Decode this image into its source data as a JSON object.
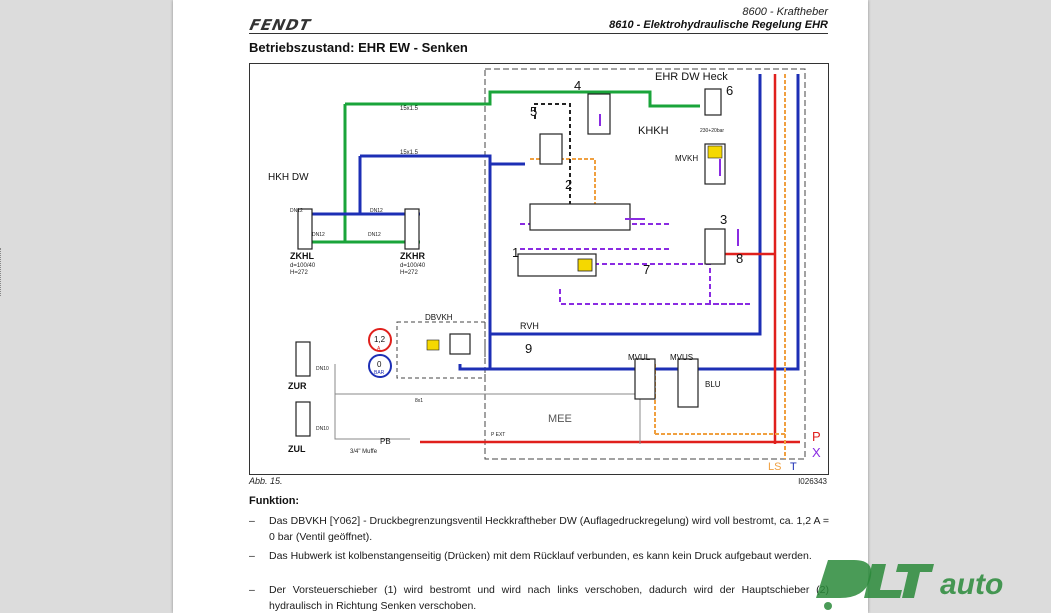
{
  "header": {
    "logo": "FENDT",
    "line1": "8600 - Kraftheber",
    "line2": "8610 - Elektrohydraulische Regelung EHR"
  },
  "title": "Betriebszustand: EHR EW - Senken",
  "figure": {
    "caption": "Abb. 15.",
    "id": "I026343",
    "labels": {
      "ehr": "EHR DW Heck",
      "khkh": "KHKH",
      "mvkh": "MVKH",
      "hkh": "HKH DW",
      "zkhl": "ZKHL",
      "zkhr": "ZKHR",
      "dim": "d=100/40",
      "h": "H=272",
      "dbvkh": "DBVKH",
      "rvh": "RVH",
      "zur": "ZUR",
      "zul": "ZUL",
      "mvul": "MVUL",
      "mvus": "MVUS",
      "blu": "BLU",
      "mee": "MEE",
      "pb": "PB",
      "muffe": "3/4\" Muffe",
      "gauge1_val": "1,2",
      "gauge1_unit": "A",
      "gauge2_val": "0",
      "gauge2_unit": "BAR",
      "line15a": "15x1.5",
      "line15b": "15x1.5",
      "dn1": "DN12",
      "dn2": "DN12",
      "dn3": "DN12",
      "dn4": "DN12",
      "dn5": "DN10",
      "dn6": "DN10",
      "bar": "230+20bar",
      "p": "P",
      "x": "X",
      "ls": "LS",
      "t": "T",
      "n1": "1",
      "n2": "2",
      "n3": "3",
      "n4": "4",
      "n5": "5",
      "n6": "6",
      "n7": "7",
      "n8": "8",
      "n9": "9",
      "pext": "P EXT",
      "bx1": "8x1"
    }
  },
  "section_title": "Funktion:",
  "bullets": [
    "Das DBVKH [Y062] - Druckbegrenzungsventil Heckkraftheber DW (Auflagedruckregelung) wird voll bestromt, ca. 1,2 A = 0 bar (Ventil geöffnet).",
    "Das Hubwerk ist kolbenstangenseitig (Drücken) mit dem Rücklauf verbunden, es kann kein Druck aufgebaut werden.",
    "Der Vorsteuerschieber (1) wird bestromt und wird nach links verschoben, dadurch wird der Hauptschieber (2) hydraulisch in Richtung Senken verschoben."
  ],
  "watermark": "auto",
  "colors": {
    "green": "#1aa43a",
    "blue": "#1d2fb5",
    "red": "#e0201c",
    "orange": "#f0a040",
    "purple": "#8a2be2"
  }
}
